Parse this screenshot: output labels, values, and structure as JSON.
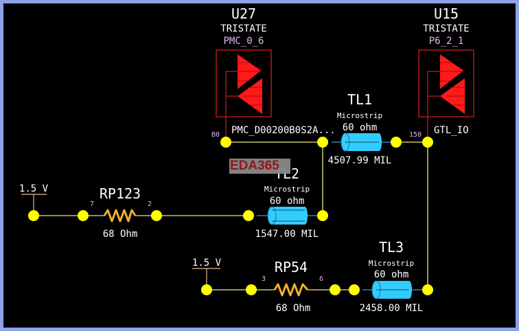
{
  "schematic": {
    "components": {
      "u27": {
        "ref": "U27",
        "type": "TRISTATE",
        "model": "PMC_0_6",
        "pin": "B0",
        "net_label": "PMC_D00200B0S2A..."
      },
      "u15": {
        "ref": "U15",
        "type": "TRISTATE",
        "model": "P6_2_1",
        "pin": "150",
        "net_label": "GTL_IO"
      },
      "tl1": {
        "ref": "TL1",
        "kind": "Microstrip",
        "impedance": "60 ohm",
        "length": "4507.99 MIL"
      },
      "tl2": {
        "ref": "TL2",
        "kind": "Microstrip",
        "impedance": "60 ohm",
        "length": "1547.00 MIL"
      },
      "tl3": {
        "ref": "TL3",
        "kind": "Microstrip",
        "impedance": "60 ohm",
        "length": "2458.00 MIL"
      },
      "rp123": {
        "ref": "RP123",
        "value": "68 Ohm",
        "pin_left": "7",
        "pin_right": "2"
      },
      "rp54": {
        "ref": "RP54",
        "value": "68 Ohm",
        "pin_left": "3",
        "pin_right": "6"
      },
      "vsrc1": {
        "label": "1.5 V"
      },
      "vsrc2": {
        "label": "1.5 V"
      }
    },
    "watermark": "EDA365",
    "colors": {
      "background": "#000000",
      "frame": "#8fa3e6",
      "wire": "#f0e68c",
      "node": "#ffff00",
      "buffer": "#ff1a1a",
      "buffer_box": "#c81e1e",
      "tline": "#33ccff",
      "resistor": "#f0b030",
      "pin_label": "#e6b4f0"
    }
  }
}
